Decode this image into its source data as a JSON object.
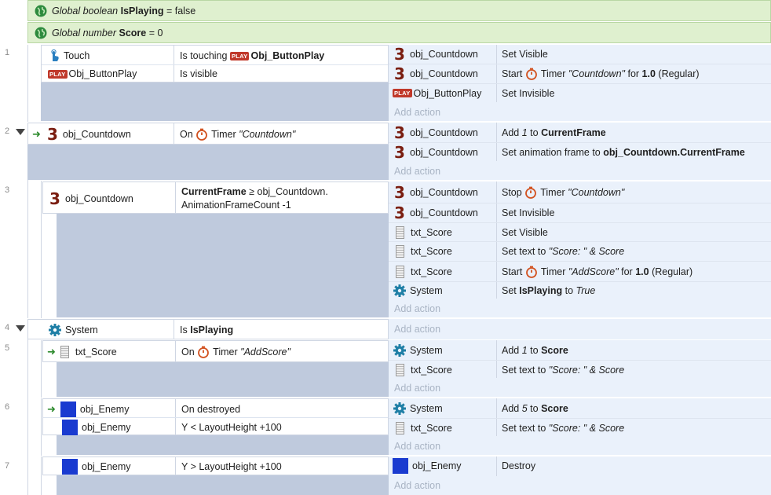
{
  "globals": [
    {
      "prefix": "Global boolean",
      "name": "IsPlaying",
      "suffix": "= false"
    },
    {
      "prefix": "Global number",
      "name": "Score",
      "suffix": "= 0"
    }
  ],
  "common": {
    "add_action": "Add action",
    "obj_countdown": "obj_Countdown",
    "obj_buttonplay": "Obj_ButtonPlay",
    "txt_score": "txt_Score",
    "system": "System",
    "obj_enemy": "obj_Enemy",
    "touch": "Touch",
    "play_badge": "PLAY",
    "timer": "Timer",
    "regular": "(Regular)"
  },
  "events": {
    "e1": {
      "num": "1",
      "cond1_value_pre": "Is touching",
      "cond1_value_obj": "Obj_ButtonPlay",
      "cond2_value": "Is visible",
      "a1": "Set Visible",
      "a2_start": "Start",
      "a2_name": "\"Countdown\"",
      "a2_for": "for",
      "a2_dur": "1.0",
      "a3": "Set Invisible"
    },
    "e2": {
      "num": "2",
      "cond_on": "On",
      "cond_name": "\"Countdown\"",
      "a1_pre": "Add",
      "a1_num": "1",
      "a1_to": "to",
      "a1_var": "CurrentFrame",
      "a2_pre": "Set animation frame to",
      "a2_val": "obj_Countdown.CurrentFrame"
    },
    "e3": {
      "num": "3",
      "cond_l1_b": "CurrentFrame",
      "cond_l1_rest": "≥ obj_Countdown.",
      "cond_l2": "AnimationFrameCount -1",
      "a1_stop": "Stop",
      "a1_name": "\"Countdown\"",
      "a2": "Set Invisible",
      "a3": "Set Visible",
      "a4_pre": "Set text to",
      "a4_val": "\"Score: \" & Score",
      "a5_start": "Start",
      "a5_name": "\"AddScore\"",
      "a5_for": "for",
      "a5_dur": "1.0",
      "a6_pre": "Set",
      "a6_var": "IsPlaying",
      "a6_to": "to",
      "a6_val": "True"
    },
    "e4": {
      "num": "4",
      "cond_pre": "Is",
      "cond_var": "IsPlaying"
    },
    "e5": {
      "num": "5",
      "cond_on": "On",
      "cond_name": "\"AddScore\"",
      "a1_pre": "Add",
      "a1_num": "1",
      "a1_to": "to",
      "a1_var": "Score",
      "a2_pre": "Set text to",
      "a2_val": "\"Score: \" & Score"
    },
    "e6": {
      "num": "6",
      "cond1": "On destroyed",
      "cond2": "Y < LayoutHeight +100",
      "a1_pre": "Add",
      "a1_num": "5",
      "a1_to": "to",
      "a1_var": "Score",
      "a2_pre": "Set text to",
      "a2_val": "\"Score: \" & Score"
    },
    "e7": {
      "num": "7",
      "cond": "Y > LayoutHeight +100",
      "a1": "Destroy"
    }
  },
  "colors": {
    "global_bg": "#dff0cf",
    "cond_area": "#bfcadd",
    "action_bg": "#eaf1fb",
    "object_enemy": "#1a3bd0",
    "countdown_icon": "#7a1d10",
    "timer_icon": "#d2511f",
    "system_icon": "#1f7fa6",
    "trigger_arrow": "#2d8a2d"
  },
  "icons": [
    "globe-icon",
    "touch-icon",
    "play-badge-icon",
    "countdown-3-icon",
    "timer-icon",
    "gear-icon",
    "text-object-icon",
    "enemy-sprite-icon",
    "trigger-arrow-icon",
    "collapse-triangle-icon"
  ]
}
